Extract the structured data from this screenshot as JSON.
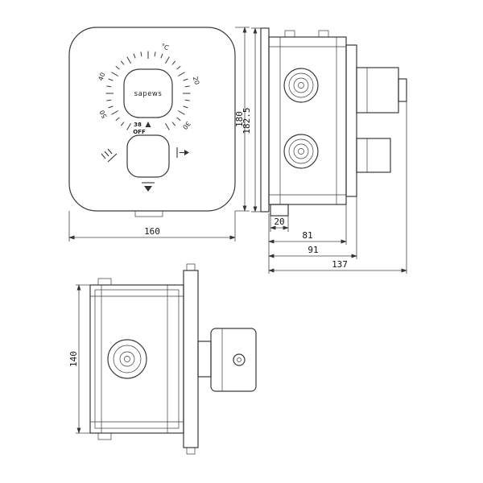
{
  "front": {
    "brand": "sapews",
    "temp_unit": "°C",
    "dial_numbers": [
      "20",
      "30",
      "40",
      "50"
    ],
    "safety_stop_temp": "38",
    "off_label": "OFF"
  },
  "dimensions": {
    "front_width": "160",
    "front_height": "180",
    "side_height": "182.5",
    "foot_depth": "20",
    "depth_to_plate": "81",
    "depth_to_bracket": "91",
    "total_depth": "137",
    "plan_width": "140"
  }
}
